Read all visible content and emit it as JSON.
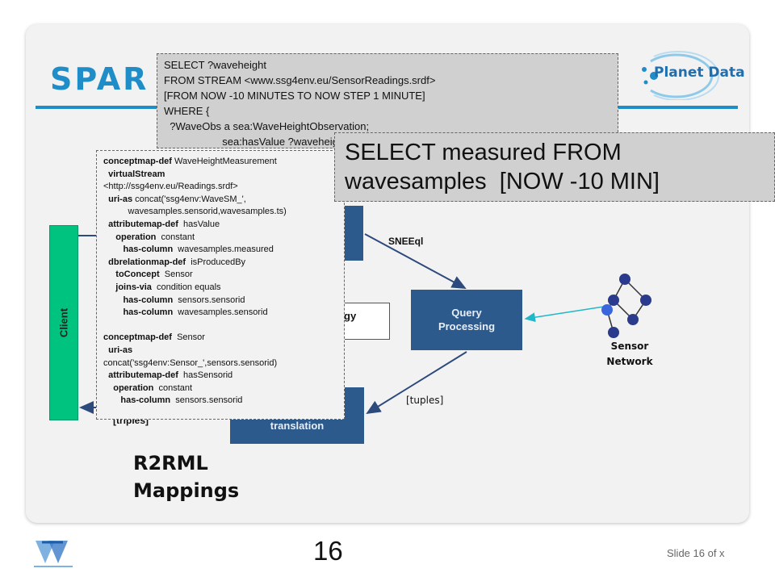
{
  "slide": {
    "title_partial": "SPAR",
    "number": "16",
    "footer": "Slide 16 of x"
  },
  "logo": {
    "text": "Planet Data"
  },
  "diagram": {
    "client_label": "Client",
    "query_processing_label": "Query\nProcessing",
    "ontology_label": "gy",
    "translation_label": "translation",
    "sneeql_label": "SNEEql",
    "tuples_label": "[tuples]",
    "triples_label": "[triples]",
    "sensor_network_label": "Sensor\nNetwork",
    "r2rml_label": "R2RML\nMappings"
  },
  "sparql_query": {
    "lines": [
      "SELECT ?waveheight",
      "FROM STREAM <www.ssg4env.eu/SensorReadings.srdf>",
      "[FROM NOW -10 MINUTES TO NOW STEP 1 MINUTE]",
      "WHERE {",
      "  ?WaveObs a sea:WaveHeightObservation;",
      "                    sea:hasValue ?waveheight; }"
    ]
  },
  "sql_query": {
    "lines": [
      "SELECT measured FROM",
      "wavesamples  [NOW -10 MIN]"
    ]
  },
  "mapping": {
    "lines": [
      [
        {
          "k": "conceptmap-def"
        },
        {
          "t": " WaveHeightMeasurement"
        }
      ],
      [
        {
          "t": "  "
        },
        {
          "k": "virtualStream"
        }
      ],
      [
        {
          "t": "<http://ssg4env.eu/Readings.srdf>"
        }
      ],
      [
        {
          "t": "  "
        },
        {
          "k": "uri-as"
        },
        {
          "t": " concat('ssg4env:WaveSM_',"
        }
      ],
      [
        {
          "t": "          wavesamples.sensorid,wavesamples.ts)"
        }
      ],
      [
        {
          "t": "  "
        },
        {
          "k": "attributemap-def"
        },
        {
          "t": "  hasValue"
        }
      ],
      [
        {
          "t": "     "
        },
        {
          "k": "operation"
        },
        {
          "t": "  constant"
        }
      ],
      [
        {
          "t": "        "
        },
        {
          "k": "has-column"
        },
        {
          "t": "  wavesamples.measured"
        }
      ],
      [
        {
          "t": "  "
        },
        {
          "k": "dbrelationmap-def"
        },
        {
          "t": "  isProducedBy"
        }
      ],
      [
        {
          "t": "     "
        },
        {
          "k": "toConcept"
        },
        {
          "t": "  Sensor"
        }
      ],
      [
        {
          "t": "     "
        },
        {
          "k": "joins-via"
        },
        {
          "t": "  condition equals"
        }
      ],
      [
        {
          "t": "        "
        },
        {
          "k": "has-column"
        },
        {
          "t": "  sensors.sensorid"
        }
      ],
      [
        {
          "t": "        "
        },
        {
          "k": "has-column"
        },
        {
          "t": "  wavesamples.sensorid"
        }
      ],
      [
        {
          "t": ""
        }
      ],
      [
        {
          "k": "conceptmap-def"
        },
        {
          "t": "  Sensor"
        }
      ],
      [
        {
          "t": "  "
        },
        {
          "k": "uri-as"
        }
      ],
      [
        {
          "t": "concat('ssg4env:Sensor_',sensors.sensorid)"
        }
      ],
      [
        {
          "t": "  "
        },
        {
          "k": "attributemap-def"
        },
        {
          "t": "  hasSensorid"
        }
      ],
      [
        {
          "t": "    "
        },
        {
          "k": "operation"
        },
        {
          "t": "  constant"
        }
      ],
      [
        {
          "t": "       "
        },
        {
          "k": "has-column"
        },
        {
          "t": "  sensors.sensorid"
        }
      ]
    ]
  },
  "colors": {
    "accent_blue": "#1f8dc8",
    "box_navy": "#2c5a8c",
    "client_green": "#00c380",
    "query_box_gray": "#d0d0d0"
  }
}
